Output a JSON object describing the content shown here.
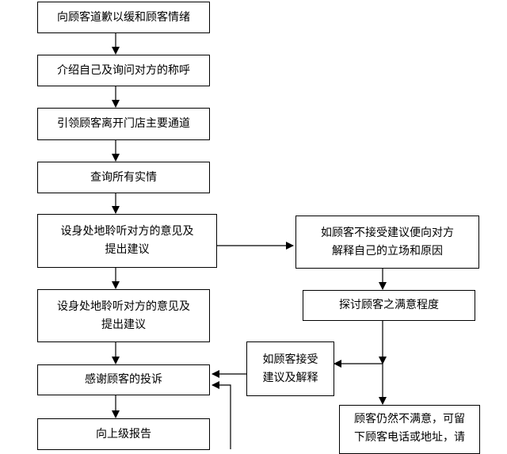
{
  "flowchart": {
    "nodes": {
      "apologize": "向顾客道歉以缓和顾客情绪",
      "introduce": "介绍自己及询问对方的称呼",
      "lead_away": "引领顾客离开门店主要通道",
      "check_facts": "查询所有实情",
      "listen_1": "设身处地聆听对方的意见及\n提出建议",
      "listen_2": "设身处地聆听对方的意见及\n提出建议",
      "thank": "感谢顾客的投诉",
      "report": "向上级报告",
      "explain": "如顾客不接受建议便向对方\n解释自己的立场和原因",
      "satisfaction": "探讨顾客之满意程度",
      "accept": "如顾客接受\n建议及解释",
      "still_unhappy": "顾客仍然不满意，可留\n下顾客电话或地址，请"
    },
    "colors": {
      "line": "#000000",
      "box_border": "#000000",
      "background": "#ffffff"
    }
  }
}
